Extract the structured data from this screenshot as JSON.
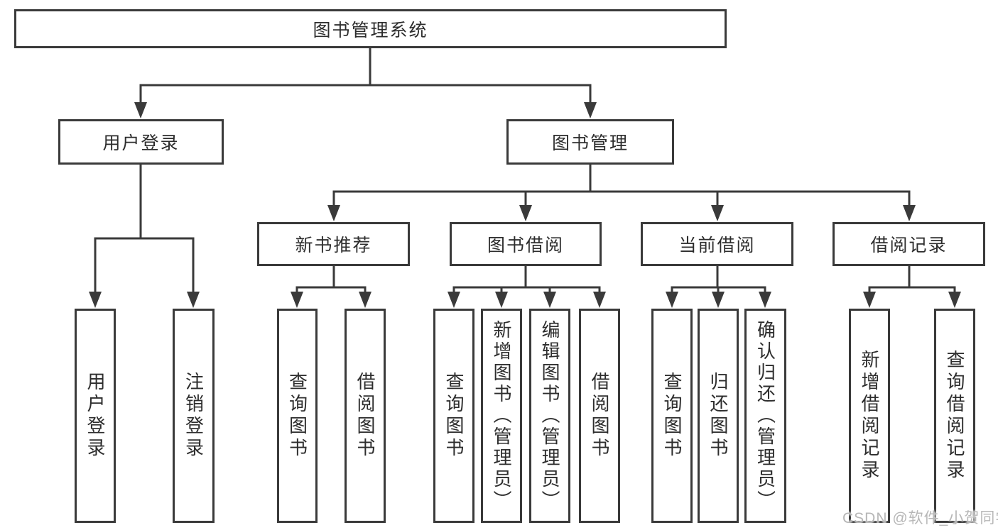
{
  "diagram": {
    "type": "hierarchy-chart",
    "background_color": "#ffffff",
    "line_color": "#3a3a3a",
    "box_border_color": "#3a3a3a",
    "text_color": "#2d2d2d"
  },
  "nodes": {
    "root": {
      "label": "图书管理系统"
    },
    "level2": [
      {
        "label": "用户登录"
      },
      {
        "label": "图书管理"
      }
    ],
    "level3": [
      {
        "label": "新书推荐"
      },
      {
        "label": "图书借阅"
      },
      {
        "label": "当前借阅"
      },
      {
        "label": "借阅记录"
      }
    ],
    "leaves": [
      {
        "label": "用户登录"
      },
      {
        "label": "注销登录"
      },
      {
        "label": "查询图书"
      },
      {
        "label": "借阅图书"
      },
      {
        "label": "查询图书"
      },
      {
        "label": "新增图书（管理员）"
      },
      {
        "label": "编辑图书（管理员）"
      },
      {
        "label": "借阅图书"
      },
      {
        "label": "查询图书"
      },
      {
        "label": "归还图书"
      },
      {
        "label": "确认归还（管理员）"
      },
      {
        "label": "新增借阅记录"
      },
      {
        "label": "查询借阅记录"
      }
    ]
  },
  "watermark": {
    "text": "CSDN @软件_小贺同学",
    "color": "#b7b7b7"
  }
}
